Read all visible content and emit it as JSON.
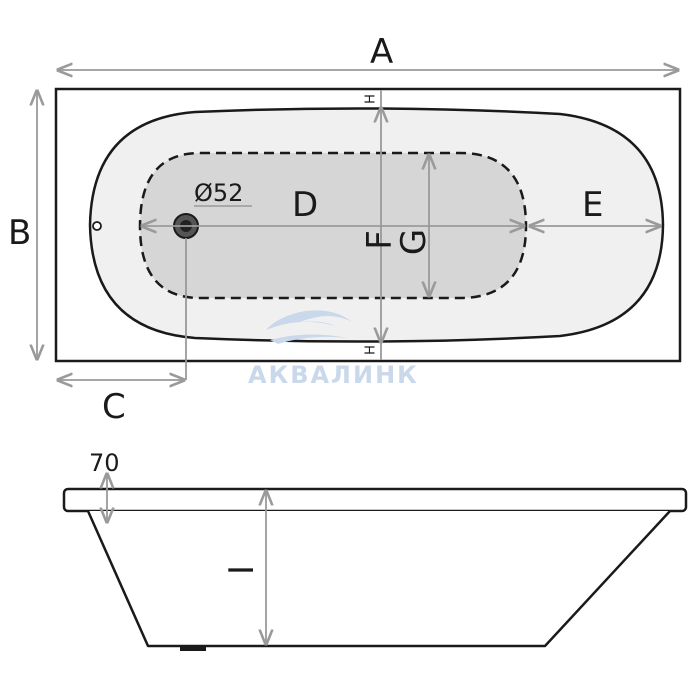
{
  "labels": {
    "a": "A",
    "b": "B",
    "c": "C",
    "d": "D",
    "e": "E",
    "f": "F",
    "g": "G",
    "h": "H",
    "i": "I",
    "drain": "Ø52",
    "rim": "70"
  },
  "watermark": {
    "text": "АКВАЛИНК"
  },
  "colors": {
    "outline": "#1a1a1a",
    "dim_line": "#9a9a9a",
    "bowl_fill": "#f0f0f0",
    "bottom_fill": "#d6d6d6",
    "watermark": "#c9d8ea"
  }
}
